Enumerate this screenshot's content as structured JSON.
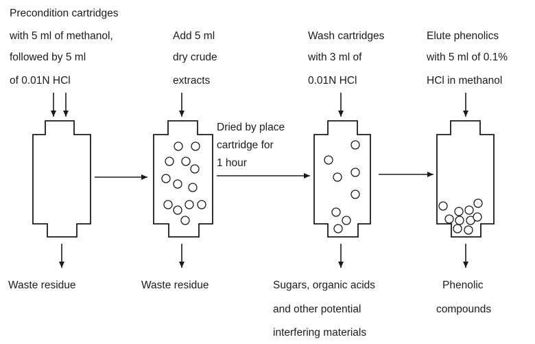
{
  "steps": [
    {
      "instruction": [
        "Precondition cartridges",
        "with 5 ml of methanol,",
        "followed by  5 ml",
        "of 0.01N  HCl"
      ],
      "output": [
        "Waste residue"
      ]
    },
    {
      "instruction": [
        "Add 5 ml",
        "dry crude",
        "extracts"
      ],
      "output": [
        "Waste residue"
      ]
    },
    {
      "instruction": [
        "Wash cartridges",
        "with 3 ml of",
        "0.01N  HCl"
      ],
      "output": [
        "Sugars, organic acids",
        "and other potential",
        "interfering materials"
      ]
    },
    {
      "instruction": [
        "Elute phenolics",
        "with 5 ml of 0.1%",
        "HCl in methanol"
      ],
      "output": [
        "Phenolic",
        "compounds"
      ]
    }
  ],
  "transition_note": [
    "Dried by place",
    "cartridge for",
    "1 hour"
  ]
}
